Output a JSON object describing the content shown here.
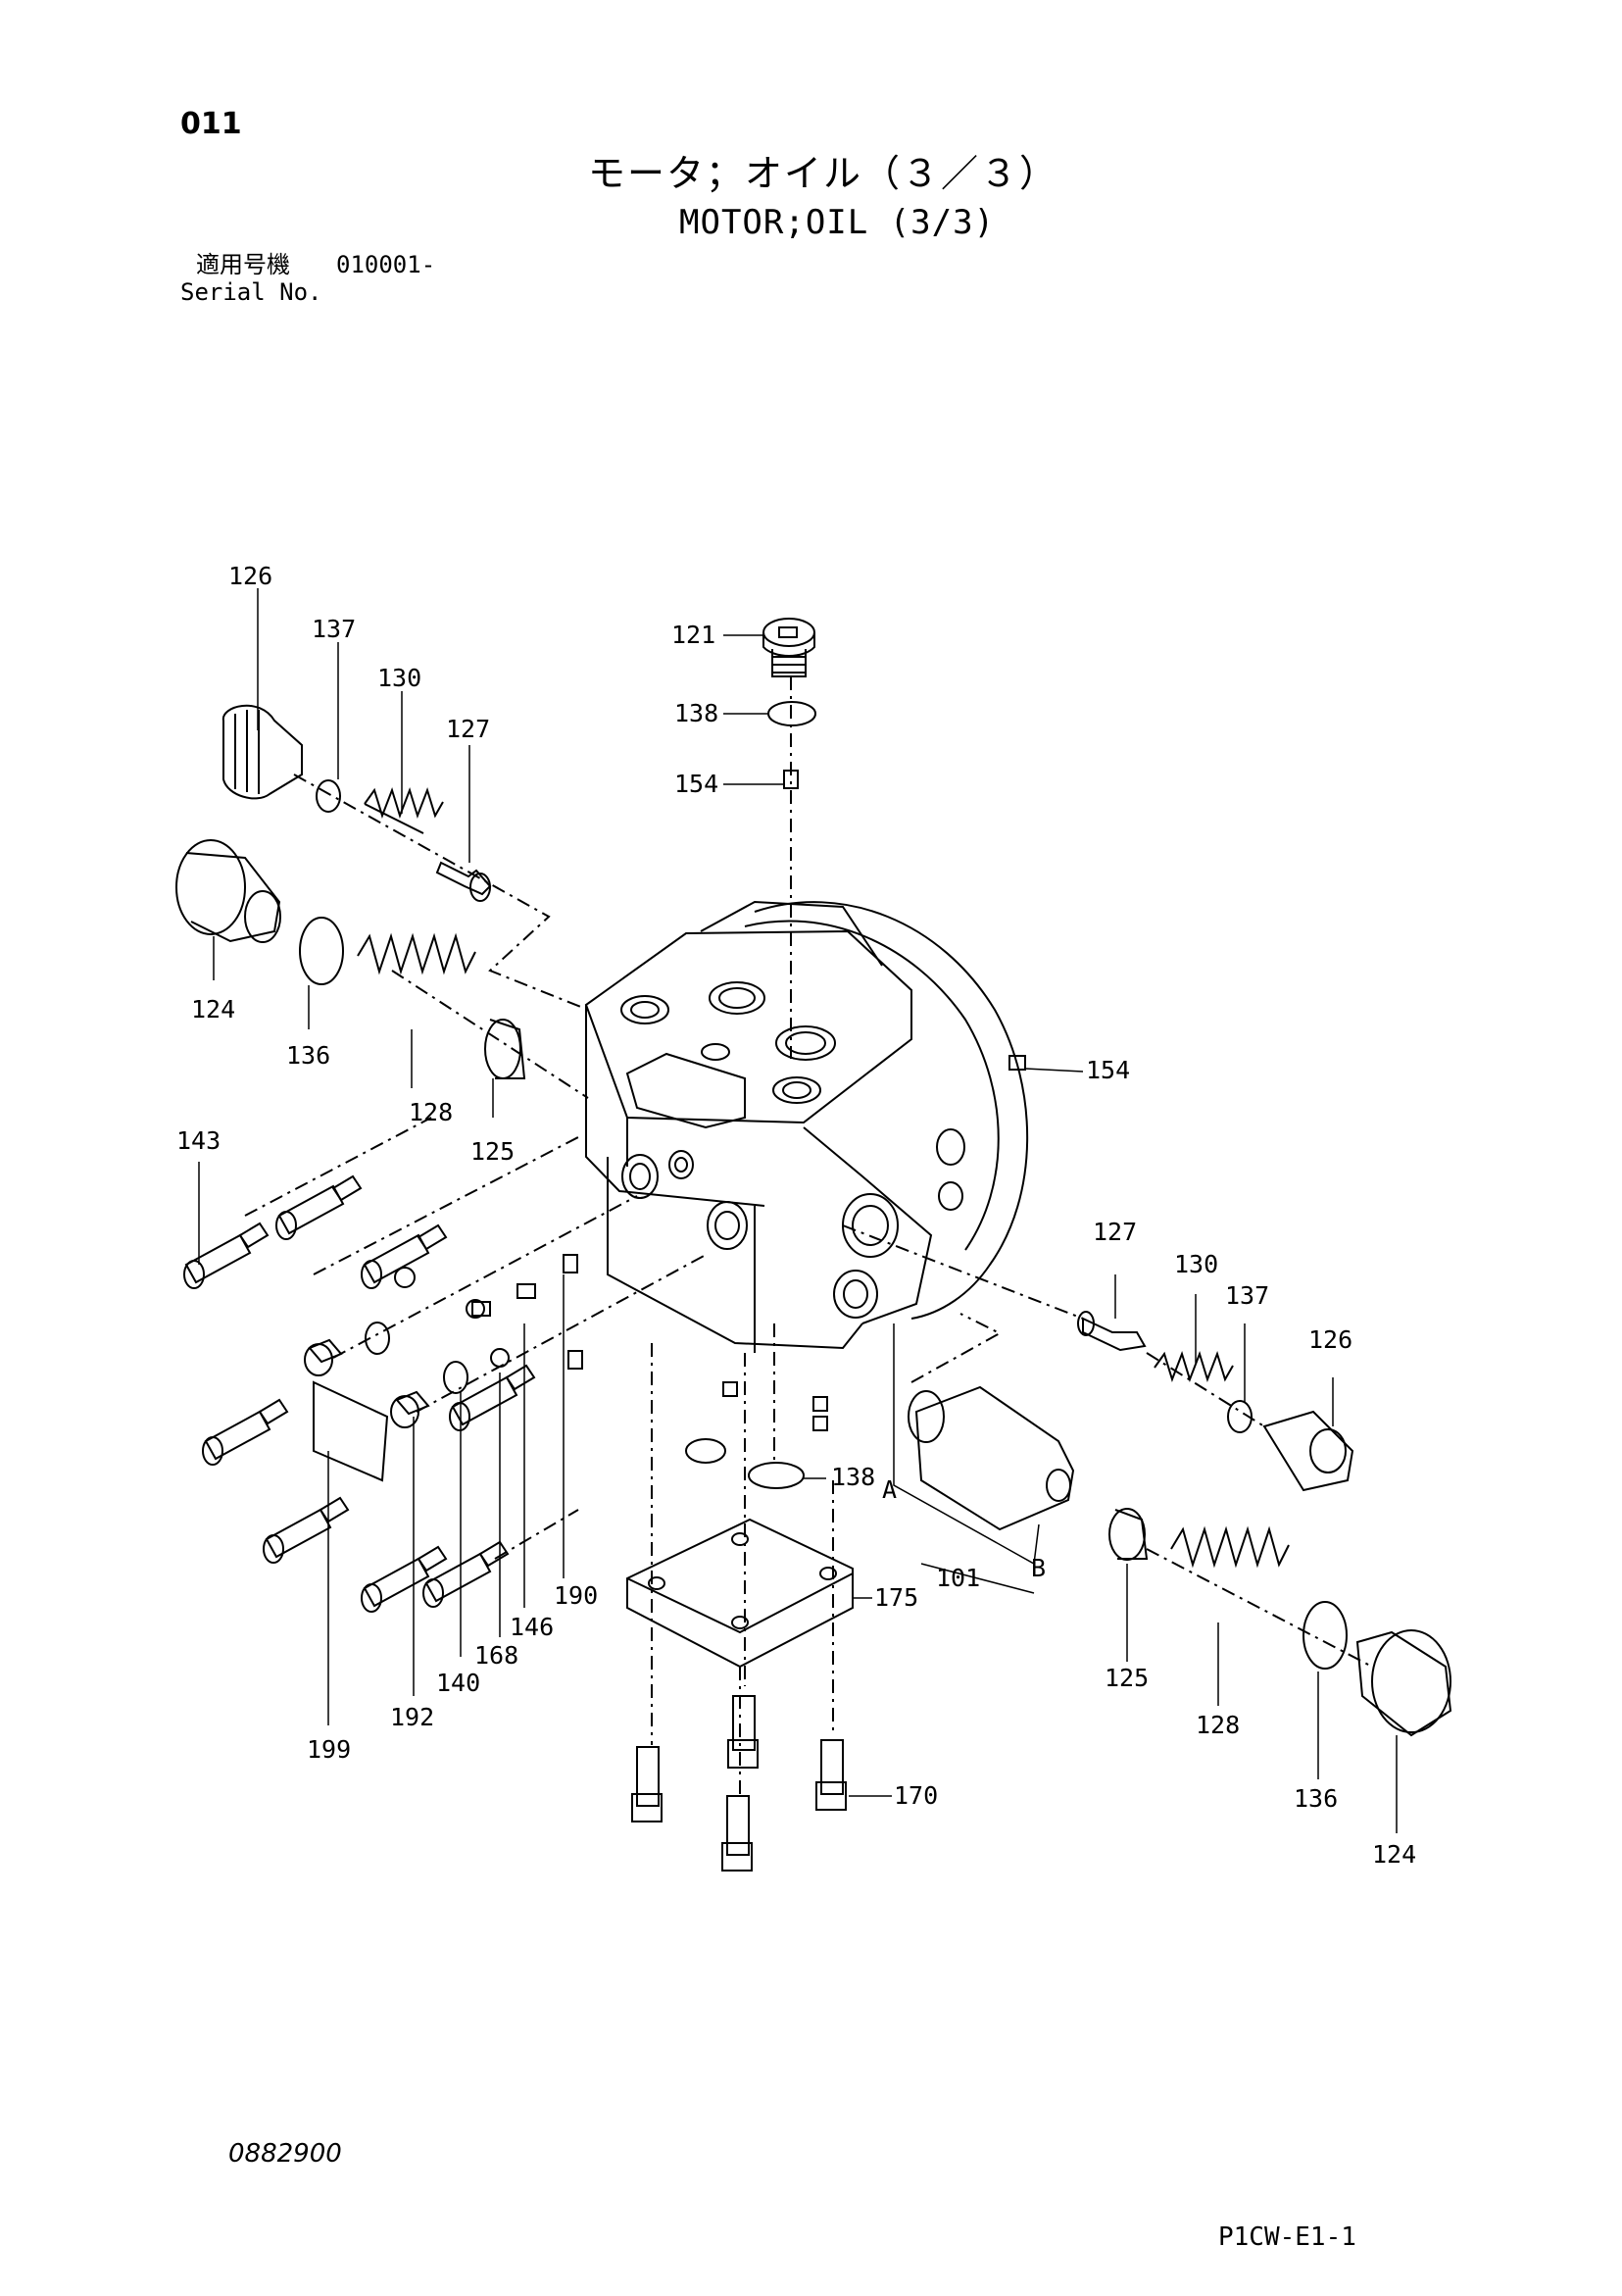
{
  "header": {
    "page_number": "011",
    "title_jp": "モータ；オイル（３／３）",
    "title_en": "MOTOR;OIL (3/3)",
    "serial_label_jp": "適用号機",
    "serial_value": "010001-",
    "serial_label_en": "Serial No."
  },
  "callouts": {
    "c126a": "126",
    "c137a": "137",
    "c130a": "130",
    "c127a": "127",
    "c124a": "124",
    "c136a": "136",
    "c128a": "128",
    "c125a": "125",
    "c143": "143",
    "c121": "121",
    "c138a": "138",
    "c154a": "154",
    "c154b": "154",
    "c127b": "127",
    "c130b": "130",
    "c137b": "137",
    "c126b": "126",
    "c138b": "138",
    "cA": "A",
    "cB": "B",
    "c101": "101",
    "c175": "175",
    "c190": "190",
    "c146": "146",
    "c168": "168",
    "c140": "140",
    "c192": "192",
    "c199": "199",
    "c170": "170",
    "c125b": "125",
    "c128b": "128",
    "c136b": "136",
    "c124b": "124"
  },
  "footer": {
    "drawing_number": "0882900",
    "page_code": "P1CW-E1-1"
  }
}
